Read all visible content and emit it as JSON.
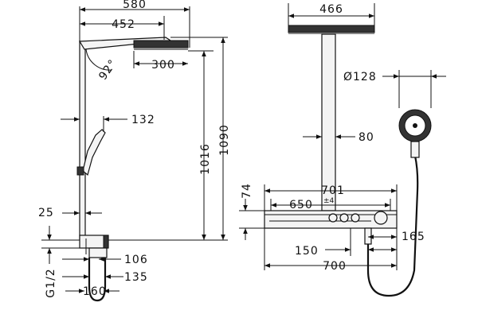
{
  "dimensions": {
    "w580": "580",
    "w452": "452",
    "angle": "92°",
    "w300": "300",
    "h1016": "1016",
    "h1090": "1090",
    "d132": "132",
    "d25": "25",
    "thread": "G1/2",
    "d106": "106",
    "d135": "135",
    "d160": "160",
    "w466": "466",
    "dia128": "Ø128",
    "d80": "80",
    "h74": "74",
    "w701": "701",
    "w650": "650",
    "tol": "±4",
    "d165": "165",
    "d150": "150",
    "w700": "700"
  },
  "colors": {
    "line": "#111111",
    "fill": "#f4f4f4",
    "dark": "#333333"
  }
}
